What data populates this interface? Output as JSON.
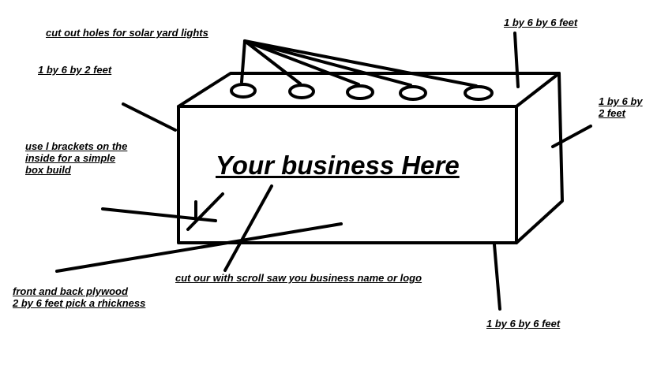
{
  "center_text": "Your business Here",
  "labels": {
    "solar_holes": "cut out holes for solar yard lights",
    "top_right_board": "1 by 6 by 6 feet",
    "left_end_board": "1 by 6 by 2 feet",
    "right_end_board_line1": "1 by 6 by",
    "right_end_board_line2": "2 feet",
    "brackets_line1": "use l brackets on the",
    "brackets_line2": "inside for a simple",
    "brackets_line3": "box build",
    "plywood_line1": "front and back plywood",
    "plywood_line2": "2 by 6 feet pick a rhickness",
    "scroll_saw": "cut our with scroll saw you business name or logo",
    "bottom_board": "1 by 6 by  6 feet"
  },
  "colors": {
    "ink": "#000000",
    "background": "#ffffff"
  }
}
